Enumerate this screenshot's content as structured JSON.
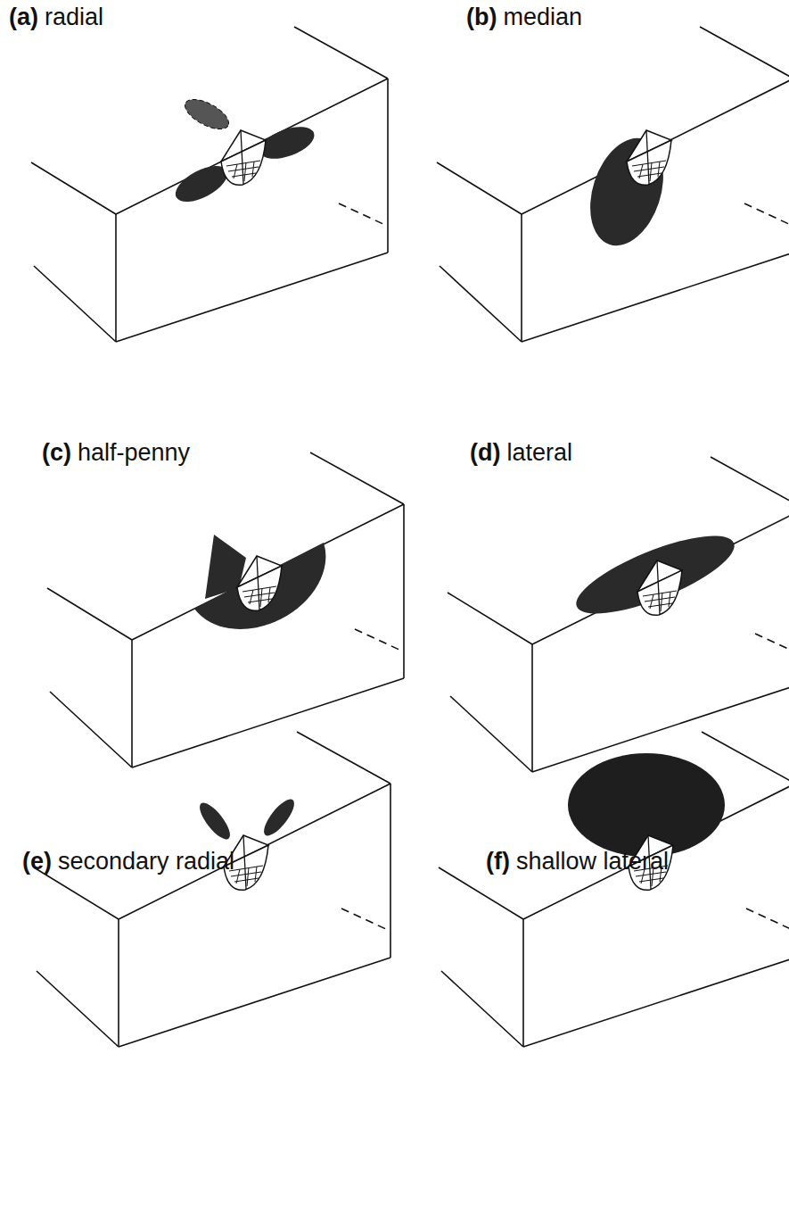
{
  "diagram": {
    "labels": [
      "(a)",
      "radial",
      "(b)",
      "median",
      "(c)",
      "half-penny",
      "(d)",
      "lateral",
      "(e)",
      "secondary radial",
      "(f)",
      "shallow lateral"
    ]
  }
}
